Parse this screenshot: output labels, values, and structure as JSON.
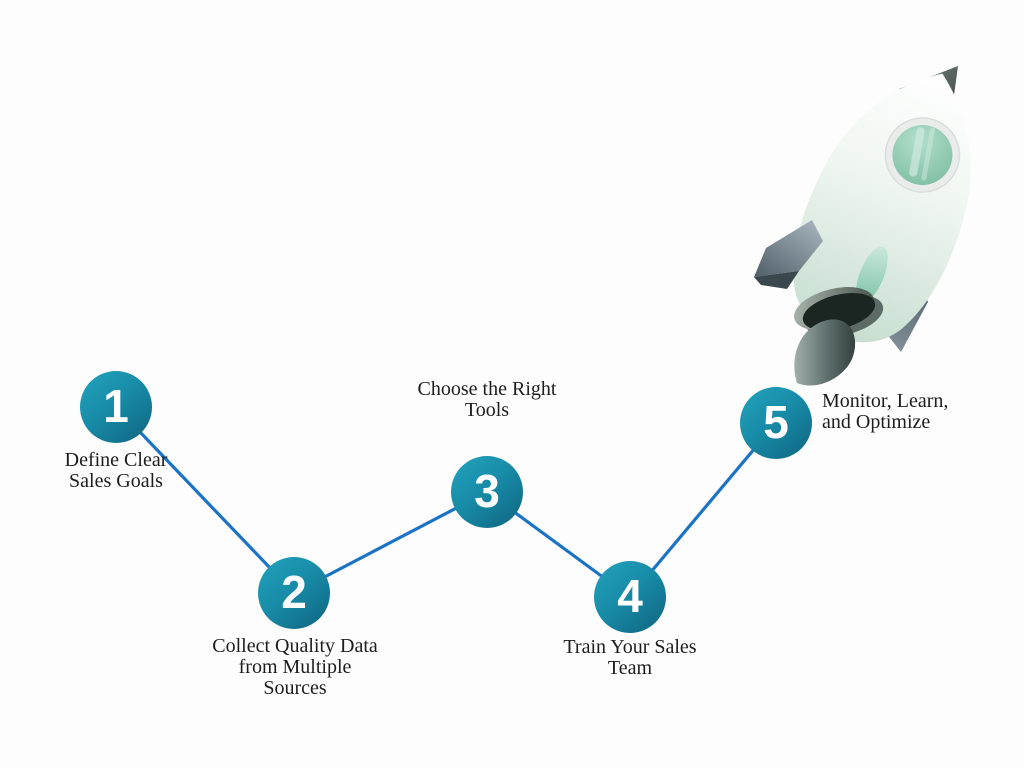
{
  "steps": [
    {
      "number": "1",
      "label": "Define Clear\nSales Goals"
    },
    {
      "number": "2",
      "label": "Collect Quality Data\nfrom Multiple\nSources"
    },
    {
      "number": "3",
      "label": "Choose the Right\nTools"
    },
    {
      "number": "4",
      "label": "Train Your Sales\nTeam"
    },
    {
      "number": "5",
      "label": "Monitor, Learn,\nand Optimize"
    }
  ],
  "colors": {
    "background": "#fdfdfd",
    "connector": "#1b73c5",
    "circle_light": "#23a3bc",
    "circle_dark": "#0f647f",
    "number_text": "#ffffff",
    "label_text": "#1d1d1d",
    "rocket_mint": "#c6ddcf",
    "rocket_glass": "#7cbda1",
    "rocket_slate": "#51606a"
  },
  "icons": {
    "rocket": "rocket-illustration"
  }
}
